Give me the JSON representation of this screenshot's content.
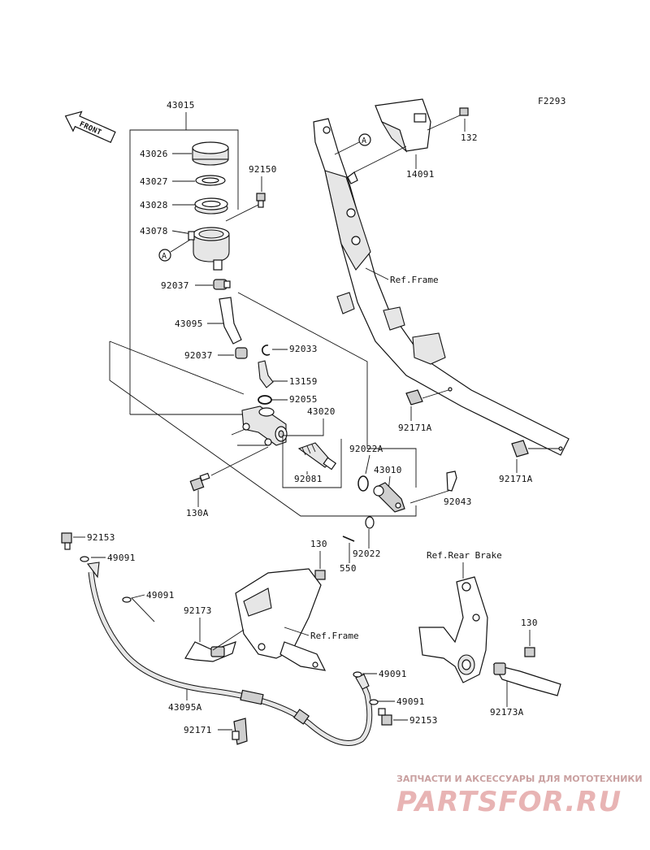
{
  "figure_code": "F2293",
  "front_label": "FRONT",
  "callout_letter": "A",
  "refs": {
    "frame_top": "Ref.Frame",
    "frame_bottom": "Ref.Frame",
    "rear_brake": "Ref.Rear Brake"
  },
  "parts": {
    "p43015": "43015",
    "p43026": "43026",
    "p43027": "43027",
    "p43028": "43028",
    "p43078": "43078",
    "p92150": "92150",
    "p92037a": "92037",
    "p43095": "43095",
    "p92037b": "92037",
    "p92033": "92033",
    "p13159": "13159",
    "p92055": "92055",
    "p43020": "43020",
    "p92022A": "92022A",
    "p43010": "43010",
    "p92081": "92081",
    "p92043": "92043",
    "p130A": "130A",
    "p92022": "92022",
    "p550": "550",
    "p132": "132",
    "p14091": "14091",
    "p92171A_1": "92171A",
    "p92171A_2": "92171A",
    "p92153a": "92153",
    "p49091a": "49091",
    "p49091b": "49091",
    "p130a": "130",
    "p92173": "92173",
    "p43095A": "43095A",
    "p92171": "92171",
    "p49091c": "49091",
    "p49091d": "49091",
    "p92153b": "92153",
    "p130b": "130",
    "p92173A": "92173A"
  },
  "watermark": {
    "tagline": "ЗАПЧАСТИ И АКСЕССУАРЫ ДЛЯ МОТОТЕХНИКИ",
    "brand": "PARTSFOR.RU"
  }
}
